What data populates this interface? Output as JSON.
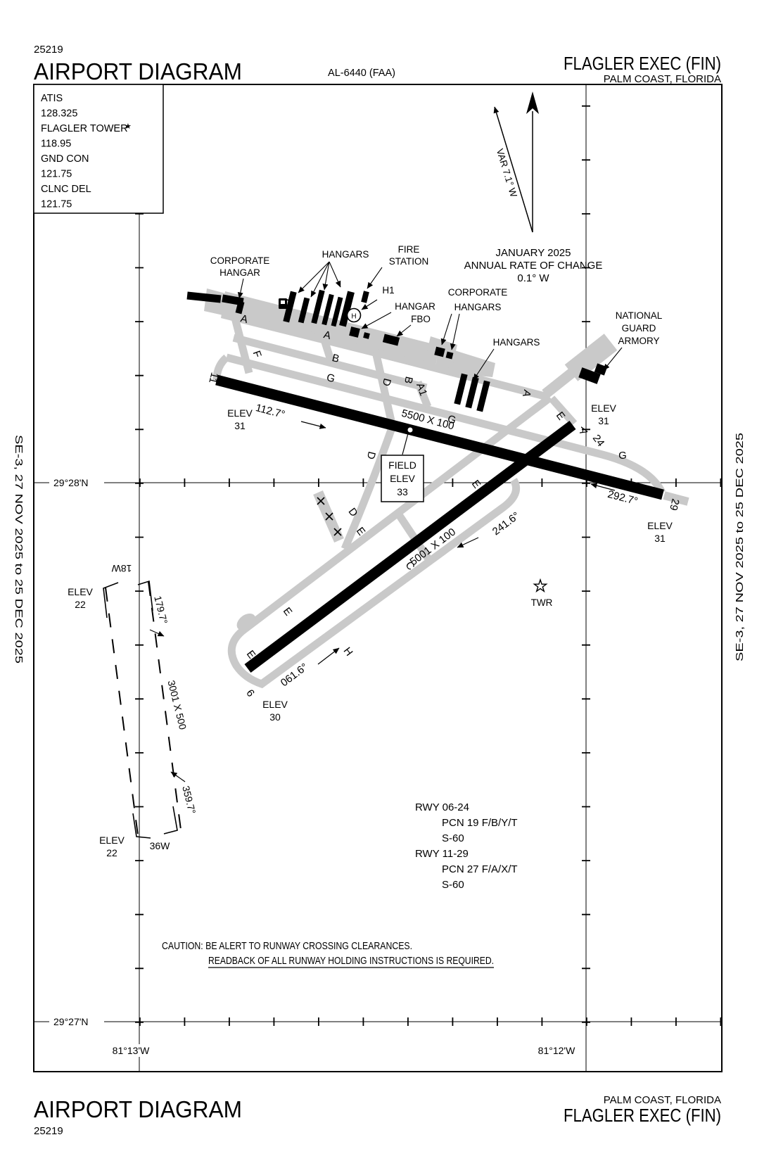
{
  "header": {
    "chart_number": "25219",
    "title": "AIRPORT DIAGRAM",
    "chart_code": "AL-6440 (FAA)",
    "airport": "FLAGLER EXEC  (FIN)",
    "city": "PALM COAST, FLORIDA"
  },
  "footer": {
    "title": "AIRPORT DIAGRAM",
    "chart_number": "25219",
    "city": "PALM COAST, FLORIDA",
    "airport": "FLAGLER EXEC  (FIN)"
  },
  "margin_note": "SE-3,  27 NOV 2025  to  25 DEC 2025",
  "comm": {
    "lines": [
      "ATIS",
      "128.325",
      "FLAGLER TOWER",
      "118.95",
      "GND CON",
      "121.75",
      "CLNC DEL",
      "121.75"
    ],
    "star": "★"
  },
  "compass": {
    "variation": "VAR 7.1° W",
    "date": "JANUARY 2025",
    "rate_label": "ANNUAL RATE OF CHANGE",
    "rate_value": "0.1° W"
  },
  "grid": {
    "lat_top": "29°28'N",
    "lat_bottom": "29°27'N",
    "lon_left": "81°13'W",
    "lon_right": "81°12'W"
  },
  "field_elev": {
    "l1": "FIELD",
    "l2": "ELEV",
    "l3": "33"
  },
  "runway_11_29": {
    "end_11": "11",
    "end_29": "29",
    "hdg_11": "112.7°",
    "hdg_29": "292.7°",
    "dims": "5500 X 100",
    "elev_11_l1": "ELEV",
    "elev_11_l2": "31",
    "elev_29_l1": "ELEV",
    "elev_29_l2": "31"
  },
  "runway_06_24": {
    "end_6": "6",
    "end_24": "24",
    "hdg_06": "061.6°",
    "hdg_24": "241.6°",
    "dims": "5001 X 100",
    "elev_06_l1": "ELEV",
    "elev_06_l2": "30",
    "elev_24_l1": "ELEV",
    "elev_24_l2": "31"
  },
  "runway_18_36": {
    "end_18": "18W",
    "end_36": "36W",
    "hdg_18": "179.7°",
    "hdg_36": "359.7°",
    "dims": "3001 X 500",
    "elev_18_l1": "ELEV",
    "elev_18_l2": "22",
    "elev_36_l1": "ELEV",
    "elev_36_l2": "22"
  },
  "labels": {
    "corporate_hangar_1": "CORPORATE",
    "corporate_hangar_2": "HANGAR",
    "hangars_nw": "HANGARS",
    "fire_station_1": "FIRE",
    "fire_station_2": "STATION",
    "h1": "H1",
    "hangar": "HANGAR",
    "fbo": "FBO",
    "corporate_hangars_1": "CORPORATE",
    "corporate_hangars_2": "HANGARS",
    "hangars_se": "HANGARS",
    "armory_1": "NATIONAL",
    "armory_2": "GUARD",
    "armory_3": "ARMORY",
    "twr": "TWR",
    "helipad": "H"
  },
  "taxiways": {
    "a": "A",
    "a1": "A1",
    "b": "B",
    "c": "C",
    "d": "D",
    "e": "E",
    "f": "F",
    "g": "G",
    "h": "H"
  },
  "notes": {
    "rwy0624_title": "RWY 06-24",
    "rwy0624_pcn": "PCN 19 F/B/Y/T",
    "rwy0624_s": "S-60",
    "rwy1129_title": "RWY 11-29",
    "rwy1129_pcn": "PCN 27 F/A/X/T",
    "rwy1129_s": "S-60",
    "caution": "CAUTION: BE ALERT TO RUNWAY CROSSING CLEARANCES.",
    "readback": "READBACK OF ALL RUNWAY HOLDING INSTRUCTIONS IS REQUIRED."
  },
  "colors": {
    "ink": "#000000",
    "taxiway": "#c9c9c9",
    "background": "#ffffff"
  }
}
